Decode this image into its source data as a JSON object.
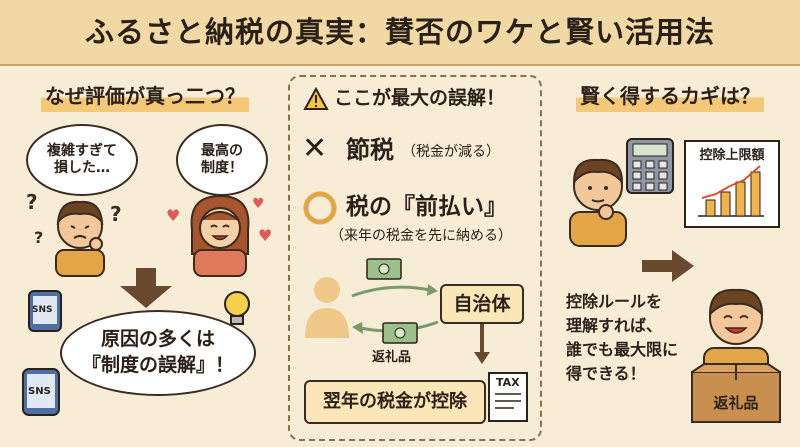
{
  "title": "ふるさと納税の真実：賛否のワケと賢い活用法",
  "left": {
    "heading": "なぜ評価が真っ二つ？",
    "bubble_confused": "複雑すぎて\n損した…",
    "bubble_happy": "最高の\n制度！",
    "sns_label_1": "SNS",
    "sns_label_2": "SNS",
    "cause_text": "原因の多くは\n『制度の誤解』！"
  },
  "center": {
    "heading": "ここが最大の誤解！",
    "cross_text": "節税",
    "cross_note": "（税金が減る）",
    "circle_text": "税の『前払い』",
    "circle_note": "（来年の税金を先に納める）",
    "municipality": "自治体",
    "return_gift": "返礼品",
    "deduction": "翌年の税金が控除",
    "tax_doc": "TAX"
  },
  "right": {
    "heading": "賢く得するカギは？",
    "chart_title": "控除上限額",
    "advice": "控除ルールを\n理解すれば、\n誰でも最大限に\n得できる！",
    "box_label": "返礼品"
  },
  "colors": {
    "banner": "#f0d9a4",
    "background": "#f7ecd6",
    "accent_orange": "#e3a545",
    "arrow_brown": "#6a4a2e",
    "heart": "#e05a5a",
    "chart_line": "#d9532b"
  }
}
